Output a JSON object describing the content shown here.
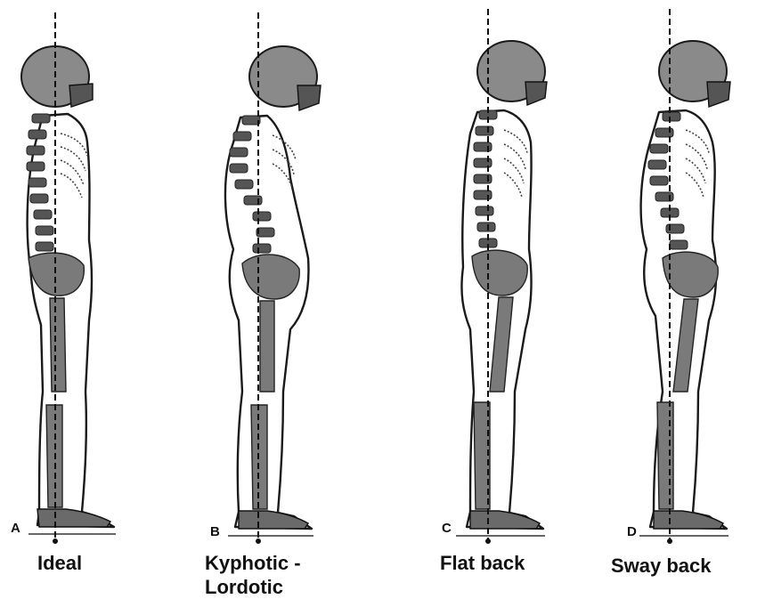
{
  "figures": [
    {
      "letter": "A",
      "caption_lines": [
        "Ideal"
      ]
    },
    {
      "letter": "B",
      "caption_lines": [
        "Kyphotic -",
        "Lordotic"
      ]
    },
    {
      "letter": "C",
      "caption_lines": [
        "Flat back"
      ]
    },
    {
      "letter": "D",
      "caption_lines": [
        "Sway back"
      ]
    }
  ],
  "colors": {
    "ink": "#111111",
    "bone": "#7a7a7a",
    "background": "#ffffff"
  }
}
